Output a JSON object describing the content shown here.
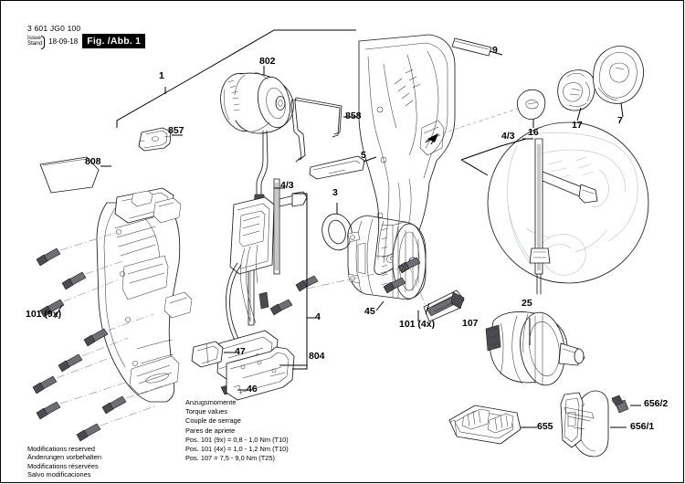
{
  "document": {
    "part_number": "3 601 JG0 100",
    "issue_label": "Issue",
    "stand_label": "Stand",
    "issue_date": "18-09-18",
    "figure_badge": "Fig. /Abb. 1"
  },
  "callouts": {
    "c1": "1",
    "c3": "3",
    "c4": "4",
    "c4_3_left": "4/3",
    "c4_3_right": "4/3",
    "c5": "5",
    "c7": "7",
    "c9": "9",
    "c16": "16",
    "c17": "17",
    "c25": "25",
    "c45": "45",
    "c46": "46",
    "c47": "47",
    "c101_9x": "101 (9x)",
    "c101_4x": "101 (4x)",
    "c107": "107",
    "c655": "655",
    "c656_1": "656/1",
    "c656_2": "656/2",
    "c802": "802",
    "c804": "804",
    "c808": "808",
    "c857": "857",
    "c858": "858"
  },
  "torque_note": {
    "line1": "Anzugsmomente",
    "line2": "Torque values",
    "line3": "Couple de serrage",
    "line4": "Pares de apriete",
    "line5": "Pos. 101 (9x) = 0,8 - 1,0 Nm (T10)",
    "line6": "Pos. 101 (4x) = 1,0 - 1,2 Nm (T10)",
    "line7": "Pos. 107 = 7,5 - 9,0 Nm (T25)"
  },
  "disclaimer": {
    "line1": "Modifications reserved",
    "line2": "Änderungen vorbehalten",
    "line3": "Modifications réservées",
    "line4": "Salvo modificaciones"
  },
  "colors": {
    "ink": "#1a1a1a",
    "ghost": "#b9bfcb",
    "metal": "#6e6e74",
    "badge_bg": "#000000",
    "badge_fg": "#ffffff"
  }
}
